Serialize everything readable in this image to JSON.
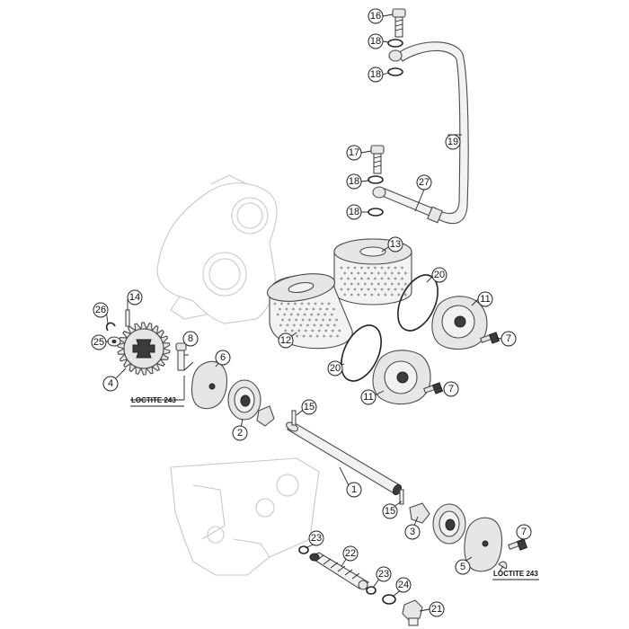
{
  "callouts": {
    "c1": "1",
    "c2": "2",
    "c3": "3",
    "c4": "4",
    "c5": "5",
    "c6": "6",
    "c7a": "7",
    "c7b": "7",
    "c7c": "7",
    "c8": "8",
    "c11a": "11",
    "c11b": "11",
    "c12": "12",
    "c13": "13",
    "c14": "14",
    "c15a": "15",
    "c15b": "15",
    "c16": "16",
    "c17": "17",
    "c18a": "18",
    "c18b": "18",
    "c18c": "18",
    "c18d": "18",
    "c19": "19",
    "c20a": "20",
    "c20b": "20",
    "c21": "21",
    "c22": "22",
    "c23a": "23",
    "c23b": "23",
    "c24": "24",
    "c25": "25",
    "c26": "26",
    "c27": "27"
  },
  "notes": {
    "loctite_left": "LOCTITE 243",
    "loctite_right": "LOCTITE 243"
  }
}
